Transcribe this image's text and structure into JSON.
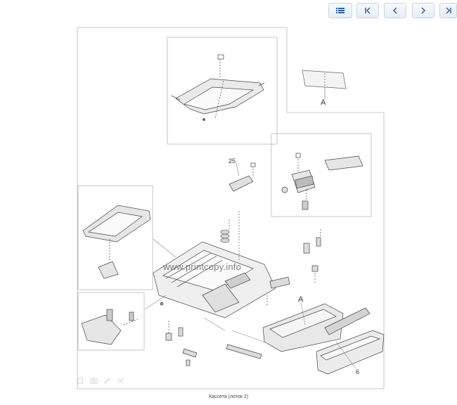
{
  "toolbar": {
    "buttons": [
      {
        "name": "contents-button",
        "icon": "list-icon"
      },
      {
        "name": "first-page-button",
        "icon": "first-page-icon"
      },
      {
        "name": "previous-page-button",
        "icon": "chevron-left-icon"
      },
      {
        "name": "next-page-button",
        "icon": "chevron-right-icon"
      },
      {
        "name": "last-page-button",
        "icon": "last-page-icon"
      }
    ],
    "accent": "#2f5f9e"
  },
  "diagram": {
    "callouts": {
      "label_a_top": "A",
      "label_a_lower": "A",
      "label_25": "25",
      "label_6": "6"
    },
    "watermark": "www.printcopy.info",
    "caption": "Кассета (лоток 2)"
  },
  "viewer_tools": [
    "copy-icon",
    "camera-icon",
    "edit-icon",
    "close-icon"
  ]
}
